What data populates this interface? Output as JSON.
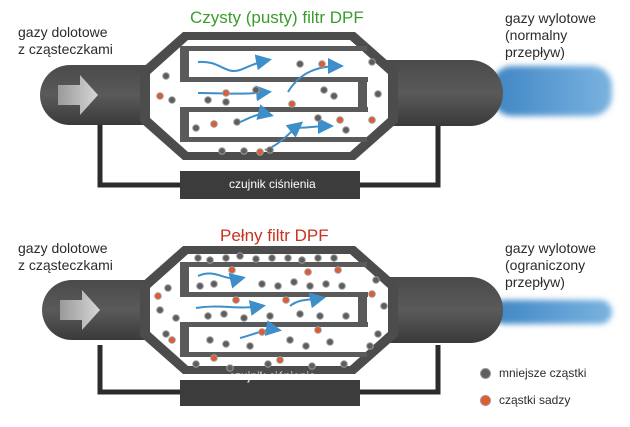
{
  "diagrams": [
    {
      "title": "Czysty (pusty) filtr DPF",
      "title_color": "#3a9c2d",
      "inlet_label": [
        "gazy dolotowe",
        "z cząsteczkami"
      ],
      "outlet_label": [
        "gazy wylotowe",
        "(normalny",
        "przepływ)"
      ],
      "sensor_label": "czujnik ciśnienia"
    },
    {
      "title": "Pełny filtr DPF",
      "title_color": "#c8321e",
      "inlet_label": [
        "gazy dolotowe",
        "z cząsteczkami"
      ],
      "outlet_label": [
        "gazy wylotowe",
        "(ograniczony",
        "przepływ)"
      ],
      "sensor_label": "czujnik ciśnienia"
    }
  ],
  "legend": {
    "small_particles": "mniejsze cząstki",
    "soot_particles": "cząstki sadzy",
    "colors": {
      "small": "#5e5e5e",
      "soot": "#e05a32"
    }
  }
}
